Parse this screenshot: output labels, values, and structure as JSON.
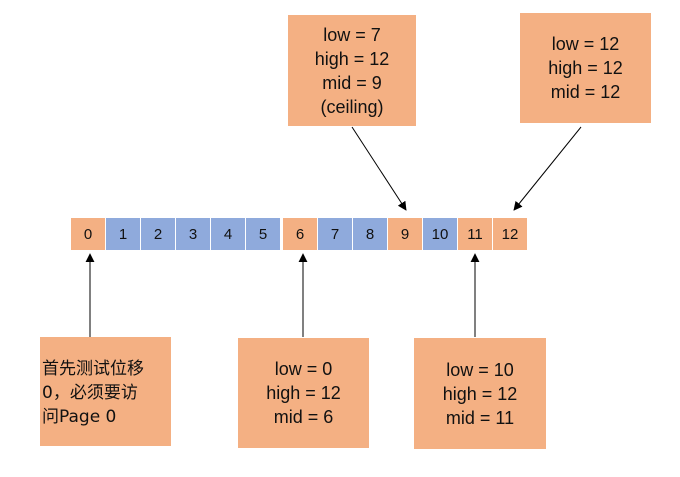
{
  "array": {
    "cells": [
      {
        "label": "0",
        "color": "#f4b083"
      },
      {
        "label": "1",
        "color": "#8faadc"
      },
      {
        "label": "2",
        "color": "#8faadc"
      },
      {
        "label": "3",
        "color": "#8faadc"
      },
      {
        "label": "4",
        "color": "#8faadc"
      },
      {
        "label": "5",
        "color": "#8faadc"
      },
      {
        "label": "6",
        "color": "#f4b083"
      },
      {
        "label": "7",
        "color": "#8faadc"
      },
      {
        "label": "8",
        "color": "#8faadc"
      },
      {
        "label": "9",
        "color": "#f4b083"
      },
      {
        "label": "10",
        "color": "#8faadc"
      },
      {
        "label": "11",
        "color": "#f4b083"
      },
      {
        "label": "12",
        "color": "#f4b083"
      }
    ]
  },
  "boxes": {
    "top_mid": [
      "low = 7",
      "high = 12",
      "mid = 9",
      "(ceiling)"
    ],
    "top_right": [
      "low = 12",
      "high = 12",
      "mid = 12"
    ],
    "bottom_mid": [
      "low = 0",
      "high = 12",
      "mid = 6"
    ],
    "bottom_right": [
      "low = 10",
      "high = 12",
      "mid = 11"
    ]
  },
  "note": {
    "lines": [
      "首先测试位移",
      "0，必须要访",
      "问Page 0"
    ]
  },
  "colors": {
    "highlight": "#f4b083",
    "normal": "#8faadc",
    "arrow": "#000000"
  }
}
